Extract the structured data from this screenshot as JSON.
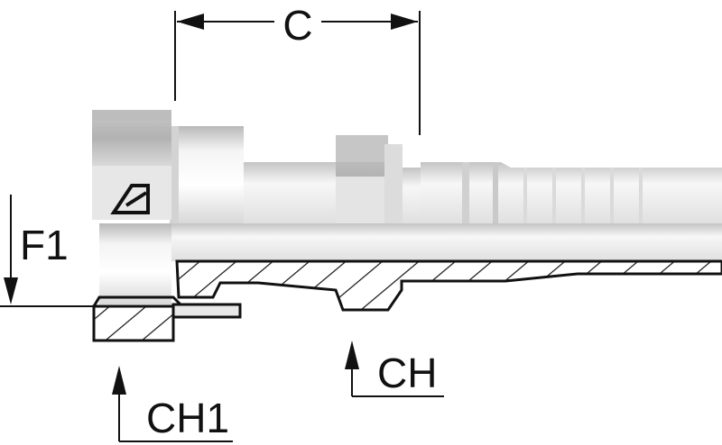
{
  "dimensions": {
    "c_label": "C",
    "f1_label": "F1",
    "ch_label": "CH",
    "ch1_label": "CH1"
  },
  "colors": {
    "line": "#111111",
    "metal_light": "#f2f2f2",
    "metal_mid": "#cfcfcf",
    "metal_dark": "#9a9a9a",
    "hatch_fill": "#e6e6e6"
  },
  "icons": {
    "logo": "brand-logo-icon"
  }
}
